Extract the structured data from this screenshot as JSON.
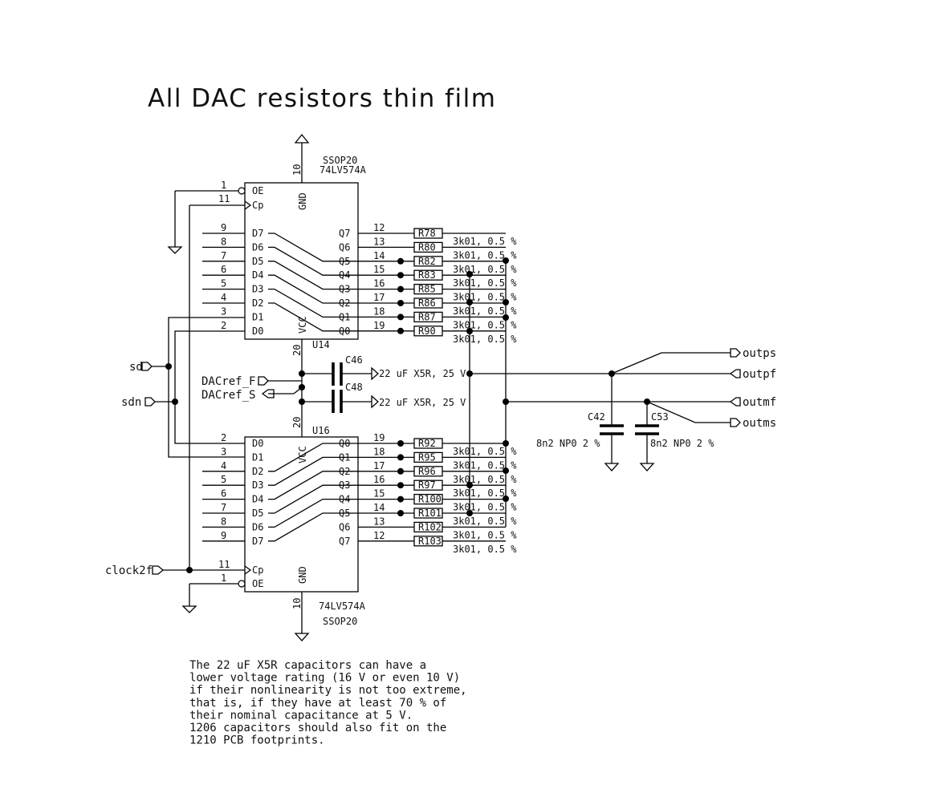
{
  "title": "All DAC resistors thin film",
  "u14": {
    "package": "SSOP20",
    "part": "74LV574A",
    "ref": "U14",
    "gnd_pin": "10",
    "gnd_label": "GND",
    "vcc_pin": "20",
    "vcc_label": "VCC",
    "oe_pin": "1",
    "oe_label": "OE",
    "cp_pin": "11",
    "cp_label": "Cp",
    "inputs": [
      {
        "pin": "9",
        "name": "D7"
      },
      {
        "pin": "8",
        "name": "D6"
      },
      {
        "pin": "7",
        "name": "D5"
      },
      {
        "pin": "6",
        "name": "D4"
      },
      {
        "pin": "5",
        "name": "D3"
      },
      {
        "pin": "4",
        "name": "D2"
      },
      {
        "pin": "3",
        "name": "D1"
      },
      {
        "pin": "2",
        "name": "D0"
      }
    ],
    "outputs": [
      {
        "pin": "12",
        "name": "Q7",
        "res": "R78"
      },
      {
        "pin": "13",
        "name": "Q6",
        "res": "R80"
      },
      {
        "pin": "14",
        "name": "Q5",
        "res": "R82"
      },
      {
        "pin": "15",
        "name": "Q4",
        "res": "R83"
      },
      {
        "pin": "16",
        "name": "Q3",
        "res": "R85"
      },
      {
        "pin": "17",
        "name": "Q2",
        "res": "R86"
      },
      {
        "pin": "18",
        "name": "Q1",
        "res": "R87"
      },
      {
        "pin": "19",
        "name": "Q0",
        "res": "R90"
      }
    ]
  },
  "u16": {
    "package": "SSOP20",
    "part": "74LV574A",
    "ref": "U16",
    "gnd_pin": "10",
    "gnd_label": "GND",
    "vcc_pin": "20",
    "vcc_label": "VCC",
    "oe_pin": "1",
    "oe_label": "OE",
    "cp_pin": "11",
    "cp_label": "Cp",
    "inputs": [
      {
        "pin": "2",
        "name": "D0"
      },
      {
        "pin": "3",
        "name": "D1"
      },
      {
        "pin": "4",
        "name": "D2"
      },
      {
        "pin": "5",
        "name": "D3"
      },
      {
        "pin": "6",
        "name": "D4"
      },
      {
        "pin": "7",
        "name": "D5"
      },
      {
        "pin": "8",
        "name": "D6"
      },
      {
        "pin": "9",
        "name": "D7"
      }
    ],
    "outputs": [
      {
        "pin": "19",
        "name": "Q0",
        "res": "R92"
      },
      {
        "pin": "18",
        "name": "Q1",
        "res": "R95"
      },
      {
        "pin": "17",
        "name": "Q2",
        "res": "R96"
      },
      {
        "pin": "16",
        "name": "Q3",
        "res": "R97"
      },
      {
        "pin": "15",
        "name": "Q4",
        "res": "R100"
      },
      {
        "pin": "14",
        "name": "Q5",
        "res": "R101"
      },
      {
        "pin": "13",
        "name": "Q6",
        "res": "R102"
      },
      {
        "pin": "12",
        "name": "Q7",
        "res": "R103"
      }
    ]
  },
  "resistor_value": "3k01, 0.5 %",
  "capacitors": {
    "c46": {
      "ref": "C46",
      "value": "22 uF X5R, 25 V"
    },
    "c48": {
      "ref": "C48",
      "value": "22 uF X5R, 25 V"
    },
    "c42": {
      "ref": "C42",
      "value": "8n2 NP0 2 %"
    },
    "c53": {
      "ref": "C53",
      "value": "8n2 NP0 2 %"
    }
  },
  "nets": {
    "sd": "sd",
    "sdn": "sdn",
    "dacref_f": "DACref_F",
    "dacref_s": "DACref_S",
    "clock": "clock2f",
    "outps": "outps",
    "outpf": "outpf",
    "outmf": "outmf",
    "outms": "outms"
  },
  "note_lines": [
    "The 22 uF X5R capacitors can have a",
    "lower voltage rating (16 V or even 10 V)",
    "if their nonlinearity is not too extreme,",
    "that is, if they have at least 70 % of",
    "their nominal capacitance at 5 V.",
    "1206 capacitors should also fit on the",
    "1210 PCB footprints."
  ]
}
